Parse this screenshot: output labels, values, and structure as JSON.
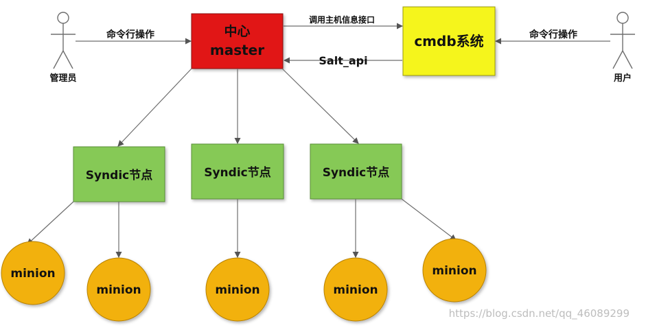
{
  "actors": {
    "admin": "管理员",
    "user": "用户"
  },
  "nodes": {
    "master_line1": "中心",
    "master_line2": "master",
    "cmdb": "cmdb系统",
    "syndic": [
      "Syndic节点",
      "Syndic节点",
      "Syndic节点"
    ],
    "minions": [
      "minion",
      "minion",
      "minion",
      "minion",
      "minion"
    ]
  },
  "edges": {
    "admin_to_master": "命令行操作",
    "user_to_cmdb": "命令行操作",
    "master_to_cmdb": "调用主机信息接口",
    "cmdb_to_master": "Salt_api"
  },
  "watermark": "https://blog.csdn.net/qq_46089299",
  "colors": {
    "master_fill": "#e11414",
    "cmdb_fill": "#f5f51c",
    "syndic_fill": "#86c957",
    "minion_fill": "#f2b10d",
    "line": "#6e6e6e"
  }
}
